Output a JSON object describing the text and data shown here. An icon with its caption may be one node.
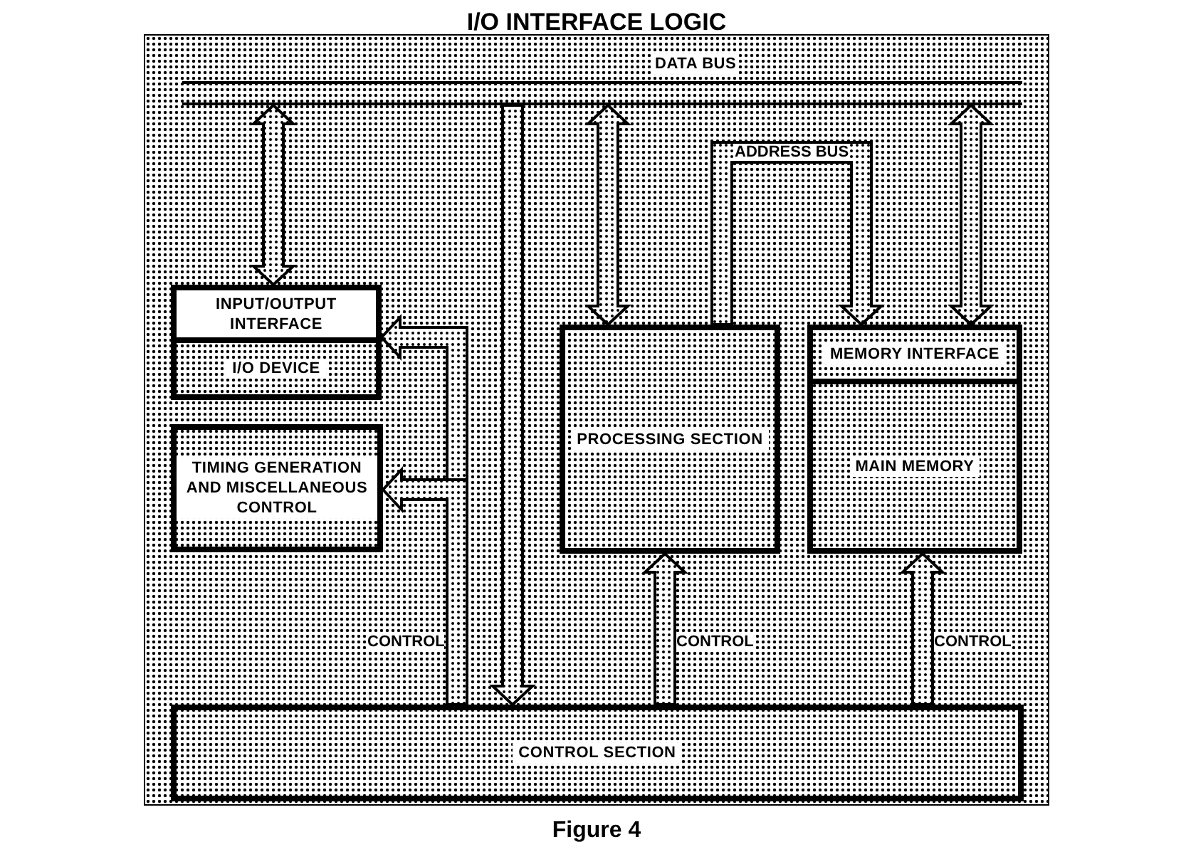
{
  "diagram": {
    "title": "I/O INTERFACE LOGIC",
    "caption": "Figure 4",
    "nodes": [
      {
        "text": [
          "DATA BUS"
        ]
      },
      {
        "text": [
          "INPUT/OUTPUT INTERFACE"
        ]
      },
      {
        "text": [
          "I/O DEVICE"
        ]
      },
      {
        "text": [
          "TIMING GENERATION AND MISCELLANEOUS CONTROL"
        ]
      },
      {
        "text": [
          "PROCESSING SECTION"
        ]
      },
      {
        "text": [
          "MEMORY INTERFACE"
        ]
      },
      {
        "text": [
          "MAIN MEMORY"
        ]
      },
      {
        "text": [
          "CONTROL SECTION"
        ]
      }
    ],
    "edges": [
      {
        "from": 0,
        "to": 1,
        "arrow": "both"
      },
      {
        "from": 0,
        "to": 4,
        "arrow": "both"
      },
      {
        "from": 0,
        "to": 5,
        "arrow": "both"
      },
      {
        "from": 0,
        "to": 7,
        "arrow": "to"
      },
      {
        "from": 4,
        "to": 5,
        "arrow": "to",
        "label": "ADDRESS BUS"
      },
      {
        "from": 7,
        "to": 1,
        "arrow": "to"
      },
      {
        "from": 7,
        "to": 3,
        "arrow": "to",
        "label": "CONTROL"
      },
      {
        "from": 7,
        "to": 4,
        "arrow": "to",
        "label": "CONTROL"
      },
      {
        "from": 7,
        "to": 6,
        "arrow": "to",
        "label": "CONTROL"
      }
    ]
  }
}
